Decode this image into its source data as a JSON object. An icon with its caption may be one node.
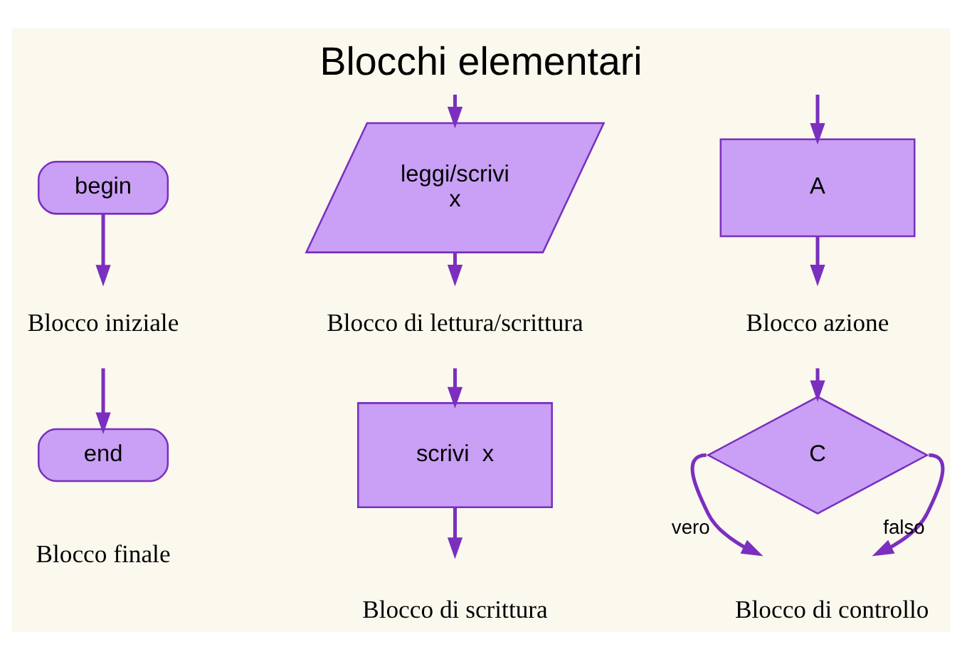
{
  "diagram": {
    "title": "Blocchi elementari",
    "nodes": [
      {
        "text": [
          "begin"
        ],
        "beside": [
          "Blocco iniziale"
        ]
      },
      {
        "text": [
          "leggi/scrivi",
          "x"
        ],
        "beside": [
          "Blocco di lettura/scrittura"
        ]
      },
      {
        "text": [
          "A"
        ],
        "beside": [
          "Blocco azione"
        ]
      },
      {
        "text": [
          "end"
        ],
        "beside": [
          "Blocco finale"
        ]
      },
      {
        "text": [
          "scrivi  x"
        ],
        "beside": [
          "Blocco di scrittura"
        ]
      },
      {
        "text": [
          "C"
        ],
        "beside": [
          "Blocco di controllo"
        ]
      }
    ],
    "edges": [
      {
        "from": 0,
        "to": null,
        "arrow": "to"
      },
      {
        "from": 1,
        "to": null,
        "arrow": "to"
      },
      {
        "from": null,
        "to": 1,
        "arrow": "to"
      },
      {
        "from": null,
        "to": 2,
        "arrow": "to"
      },
      {
        "from": 2,
        "to": null,
        "arrow": "to"
      },
      {
        "from": null,
        "to": 3,
        "arrow": "to"
      },
      {
        "from": 4,
        "to": null,
        "arrow": "to"
      },
      {
        "from": null,
        "to": 4,
        "arrow": "to"
      },
      {
        "from": 5,
        "to": null,
        "arrow": "to",
        "label": "vero"
      },
      {
        "from": 5,
        "to": null,
        "arrow": "to",
        "label": "falso"
      },
      {
        "from": null,
        "to": 5,
        "arrow": "to"
      }
    ]
  }
}
